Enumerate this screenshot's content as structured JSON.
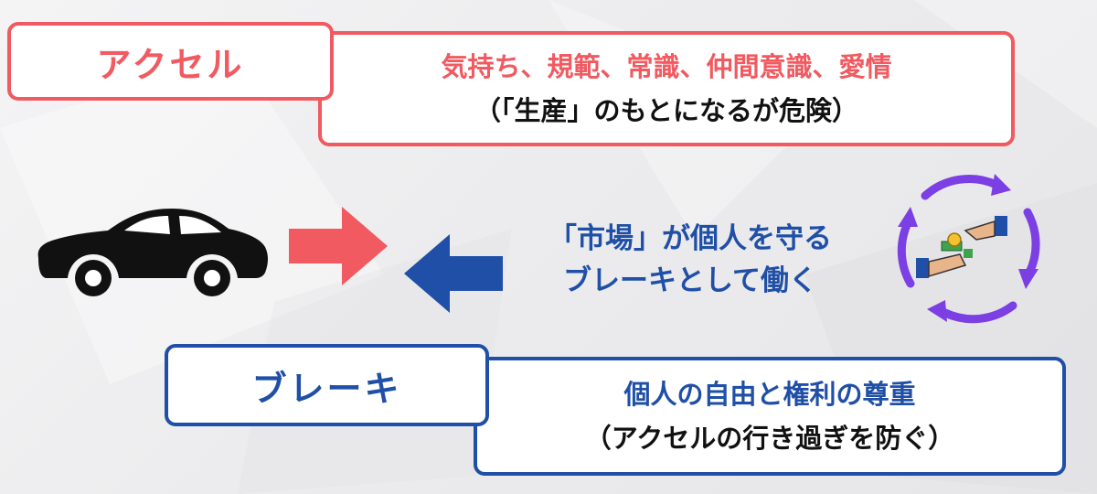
{
  "accelerator": {
    "label": "アクセル",
    "description_line1": "気持ち、規範、常識、仲間意識、愛情",
    "description_line2": "（「生産」のもとになるが危険）"
  },
  "brake": {
    "label": "ブレーキ",
    "description_line1": "個人の自由と権利の尊重",
    "description_line2": "（アクセルの行き過ぎを防ぐ）"
  },
  "center_caption": {
    "line1": "「市場」が個人を守る",
    "line2": "ブレーキとして働く"
  },
  "icons": {
    "car": "car-icon",
    "forward_arrow": "arrow-right-icon",
    "backward_arrow": "arrow-left-icon",
    "market_cycle": "money-exchange-cycle-icon"
  },
  "colors": {
    "accelerator": "#f05a60",
    "brake": "#1f4fa6",
    "cycle": "#7b3fe4"
  }
}
